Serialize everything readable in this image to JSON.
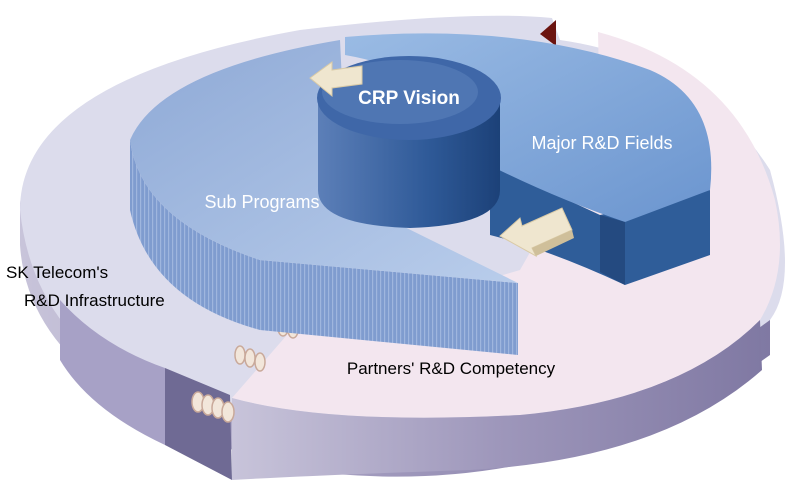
{
  "diagram": {
    "center_label": "CRP Vision",
    "labels": {
      "major_fields": "Major R&D Fields",
      "sub_programs": "Sub Programs",
      "infrastructure_line1": "SK Telecom's",
      "infrastructure_line2": "R&D Infrastructure",
      "partners": "Partners' R&D Competency"
    },
    "colors": {
      "outer_ring_top": "#dcdcec",
      "outer_ring_side": "#8f88ae",
      "partners_top": "#f3e6ef",
      "sub_programs_top": "#a5bde2",
      "sub_programs_side": "#6b88c2",
      "major_fields_top": "#7ea6d8",
      "major_fields_side": "#2f5d99",
      "center_top": "#3f67a8",
      "center_side": "#1e4680",
      "arrow": "#efe6cf",
      "accent_wedge": "#6b1410"
    },
    "icons": [
      "arrow-left-icon",
      "arrow-down-left-icon",
      "coil-connector-icon"
    ]
  }
}
